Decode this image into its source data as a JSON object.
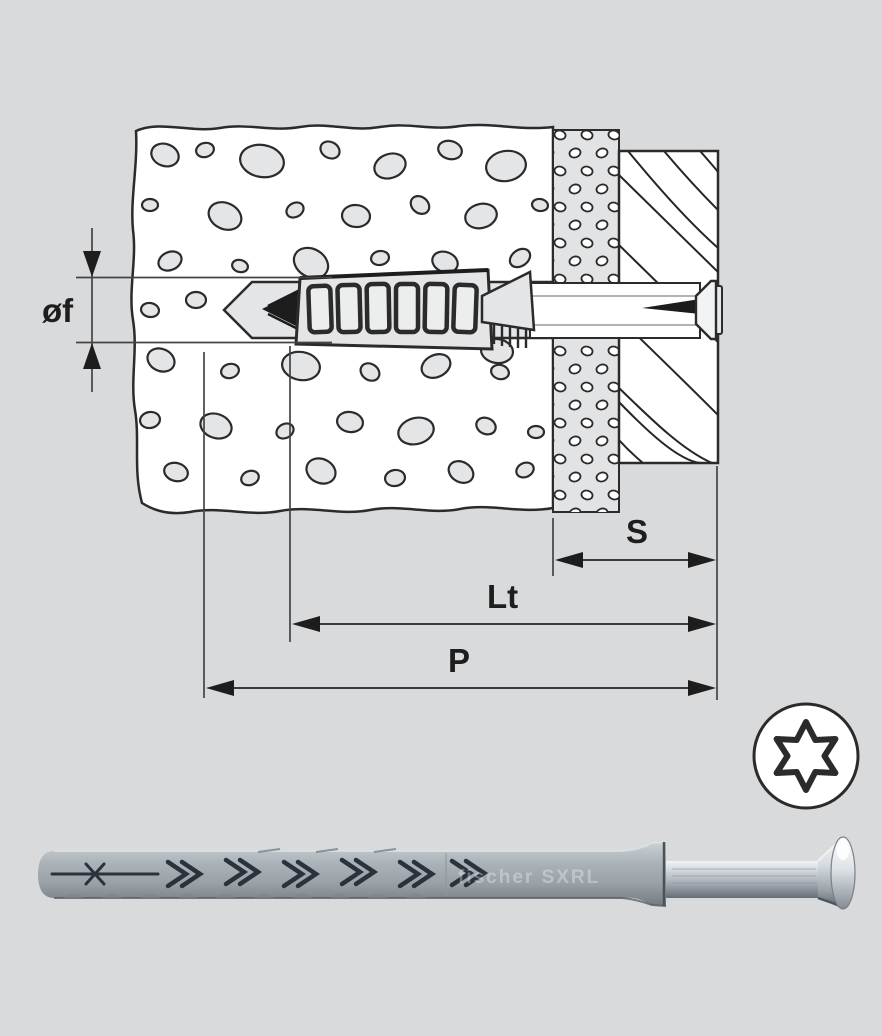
{
  "page": {
    "background": "#d9dadb"
  },
  "diagram": {
    "labels": {
      "hole_diameter": "øf",
      "fixture_thickness": "S",
      "anchor_length": "Lt",
      "drill_depth": "P"
    },
    "drive_icon": "torx-6-lobe"
  },
  "product": {
    "marking": "fischer SXRL"
  },
  "colors": {
    "background": "#d9dadb",
    "outline": "#2b2b2b",
    "stone_fill": "#e4e5e7",
    "plug_gray": "#a5adb3",
    "screw_silver": "#c9cfd4"
  }
}
